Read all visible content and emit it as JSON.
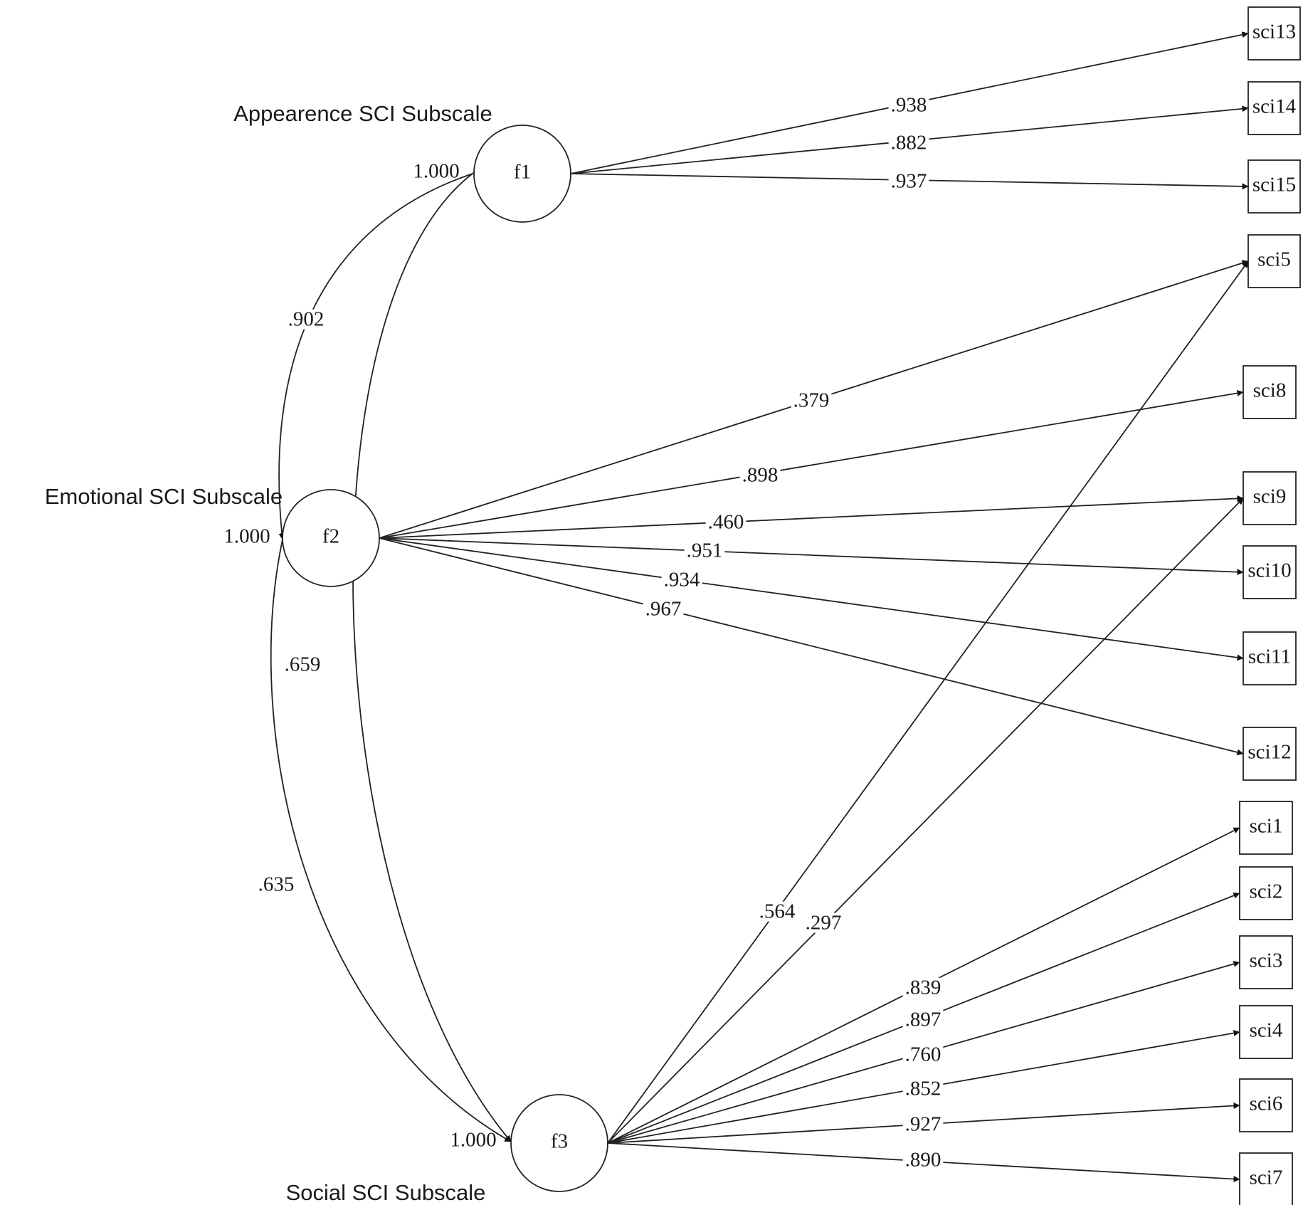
{
  "factors": [
    {
      "id": "f1",
      "label": "f1",
      "title": "Appearence SCI Subscale",
      "variance": "1.000"
    },
    {
      "id": "f2",
      "label": "f2",
      "title": "Emotional SCI Subscale",
      "variance": "1.000"
    },
    {
      "id": "f3",
      "label": "f3",
      "title": "Social SCI Subscale",
      "variance": "1.000"
    }
  ],
  "indicators": [
    {
      "id": "sci13",
      "label": "sci13"
    },
    {
      "id": "sci14",
      "label": "sci14"
    },
    {
      "id": "sci15",
      "label": "sci15"
    },
    {
      "id": "sci5",
      "label": "sci5"
    },
    {
      "id": "sci8",
      "label": "sci8"
    },
    {
      "id": "sci9",
      "label": "sci9"
    },
    {
      "id": "sci10",
      "label": "sci10"
    },
    {
      "id": "sci11",
      "label": "sci11"
    },
    {
      "id": "sci12",
      "label": "sci12"
    },
    {
      "id": "sci1",
      "label": "sci1"
    },
    {
      "id": "sci2",
      "label": "sci2"
    },
    {
      "id": "sci3",
      "label": "sci3"
    },
    {
      "id": "sci4",
      "label": "sci4"
    },
    {
      "id": "sci6",
      "label": "sci6"
    },
    {
      "id": "sci7",
      "label": "sci7"
    }
  ],
  "loadings": [
    {
      "from": "f1",
      "to": "sci13",
      "value": ".938"
    },
    {
      "from": "f1",
      "to": "sci14",
      "value": ".882"
    },
    {
      "from": "f1",
      "to": "sci15",
      "value": ".937"
    },
    {
      "from": "f2",
      "to": "sci5",
      "value": ".379"
    },
    {
      "from": "f2",
      "to": "sci8",
      "value": ".898"
    },
    {
      "from": "f2",
      "to": "sci9",
      "value": ".460"
    },
    {
      "from": "f2",
      "to": "sci10",
      "value": ".951"
    },
    {
      "from": "f2",
      "to": "sci11",
      "value": ".934"
    },
    {
      "from": "f2",
      "to": "sci12",
      "value": ".967"
    },
    {
      "from": "f3",
      "to": "sci5",
      "value": ".564"
    },
    {
      "from": "f3",
      "to": "sci9",
      "value": ".297"
    },
    {
      "from": "f3",
      "to": "sci1",
      "value": ".839"
    },
    {
      "from": "f3",
      "to": "sci2",
      "value": ".897"
    },
    {
      "from": "f3",
      "to": "sci3",
      "value": ".760"
    },
    {
      "from": "f3",
      "to": "sci4",
      "value": ".852"
    },
    {
      "from": "f3",
      "to": "sci6",
      "value": ".927"
    },
    {
      "from": "f3",
      "to": "sci7",
      "value": ".890"
    }
  ],
  "correlations": [
    {
      "between": [
        "f1",
        "f2"
      ],
      "value": ".902"
    },
    {
      "between": [
        "f2",
        "f3"
      ],
      "value": ".659"
    },
    {
      "between": [
        "f1",
        "f3"
      ],
      "value": ".635"
    }
  ]
}
